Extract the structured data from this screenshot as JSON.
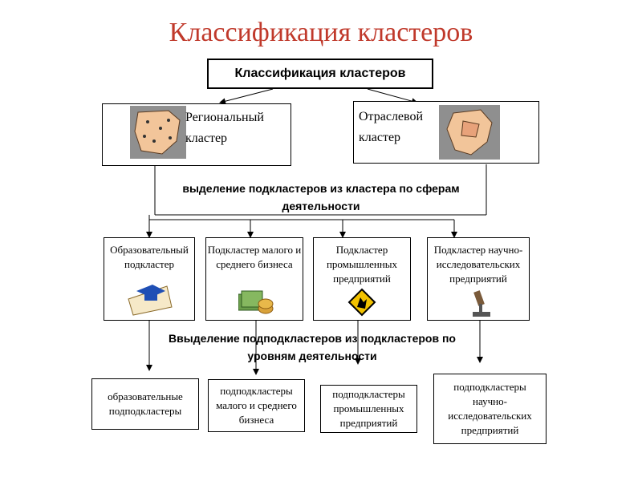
{
  "title": "Классификация кластеров",
  "root": "Классификация кластеров",
  "cluster_types": {
    "regional": "Региональный кластер",
    "sectoral": "Отраслевой кластер"
  },
  "caption_subclusters": "выделение подкластеров из кластера по сферам деятельности",
  "subclusters": [
    "Образовательный подкластер",
    "Подкластер малого и среднего бизнеса",
    "Подкластер промышленных предприятий",
    "Подкластер научно-исследовательских предприятий"
  ],
  "caption_subsubclusters": "Ввыделение подподкластеров из подкластеров по уровням деятельности",
  "subsubclusters": [
    "образовательные подподкластеры",
    "подподкластеры малого и среднего бизнеса",
    "подподкластеры промышленных предприятий",
    "подподкластеры научно-исследовательских предприятий"
  ]
}
